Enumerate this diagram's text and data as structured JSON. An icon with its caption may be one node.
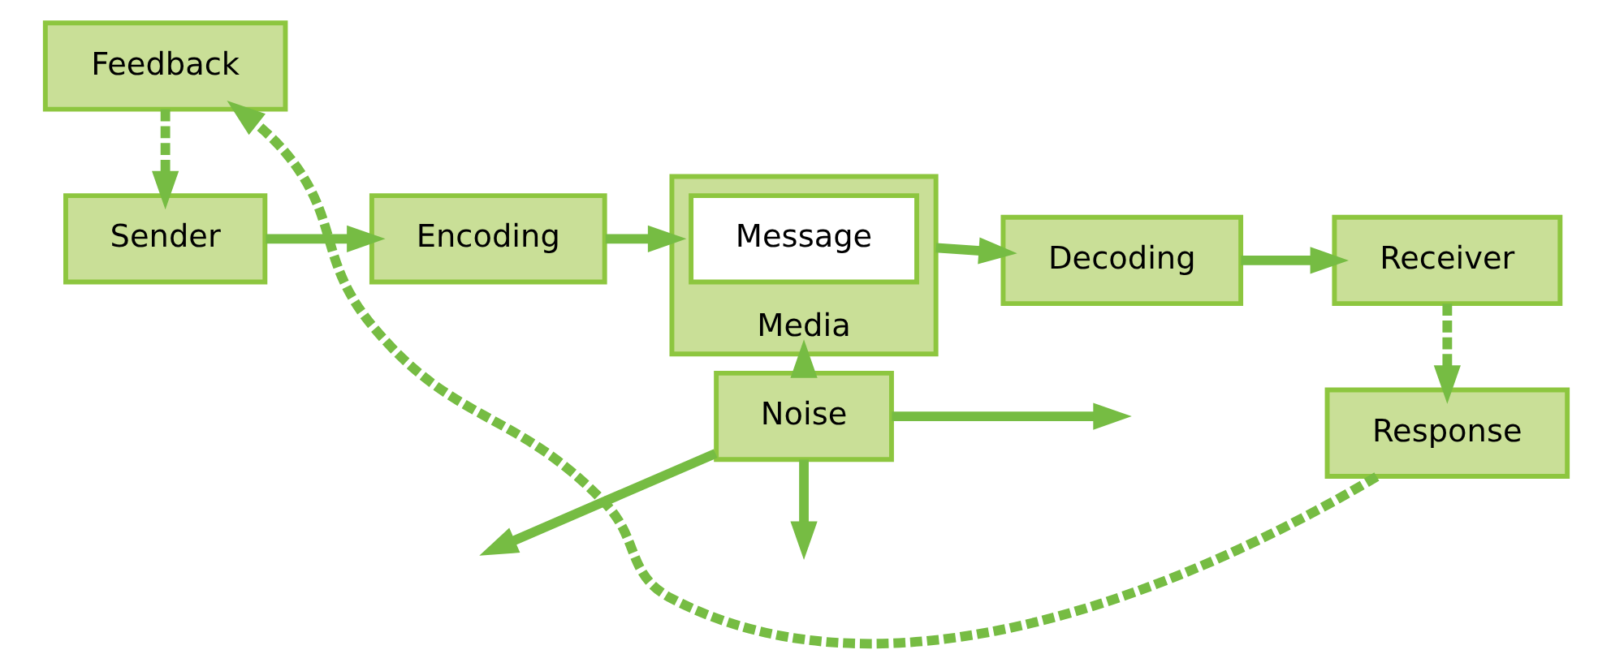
{
  "diagram": {
    "nodes": [
      {
        "text": [
          "Sender"
        ]
      },
      {
        "text": [
          "Encoding"
        ]
      },
      {
        "text": [
          "Media"
        ]
      },
      {
        "text": [
          "Message"
        ],
        "in": 2
      },
      {
        "text": [
          "Decoding"
        ]
      },
      {
        "text": [
          "Receiver"
        ]
      },
      {
        "text": [
          "Noise"
        ]
      },
      {
        "text": [
          "Feedback"
        ]
      },
      {
        "text": [
          "Response"
        ]
      }
    ],
    "edges": [
      {
        "from": 0,
        "to": 1,
        "arrow": "to"
      },
      {
        "from": 1,
        "to": 2,
        "arrow": "to"
      },
      {
        "from": 2,
        "to": 4,
        "arrow": "to"
      },
      {
        "from": 4,
        "to": 5,
        "arrow": "to"
      },
      {
        "from": 6,
        "to": 2,
        "arrow": "to"
      },
      {
        "from": 6,
        "to": null,
        "arrow": "to"
      },
      {
        "from": 6,
        "to": null,
        "arrow": "to"
      },
      {
        "from": 6,
        "to": null,
        "arrow": "to"
      },
      {
        "from": 5,
        "to": 8,
        "arrow": "to",
        "style": "dashed"
      },
      {
        "from": 8,
        "to": 7,
        "arrow": "to",
        "style": "dashed"
      },
      {
        "from": 7,
        "to": 0,
        "arrow": "to",
        "style": "dashed"
      }
    ]
  }
}
